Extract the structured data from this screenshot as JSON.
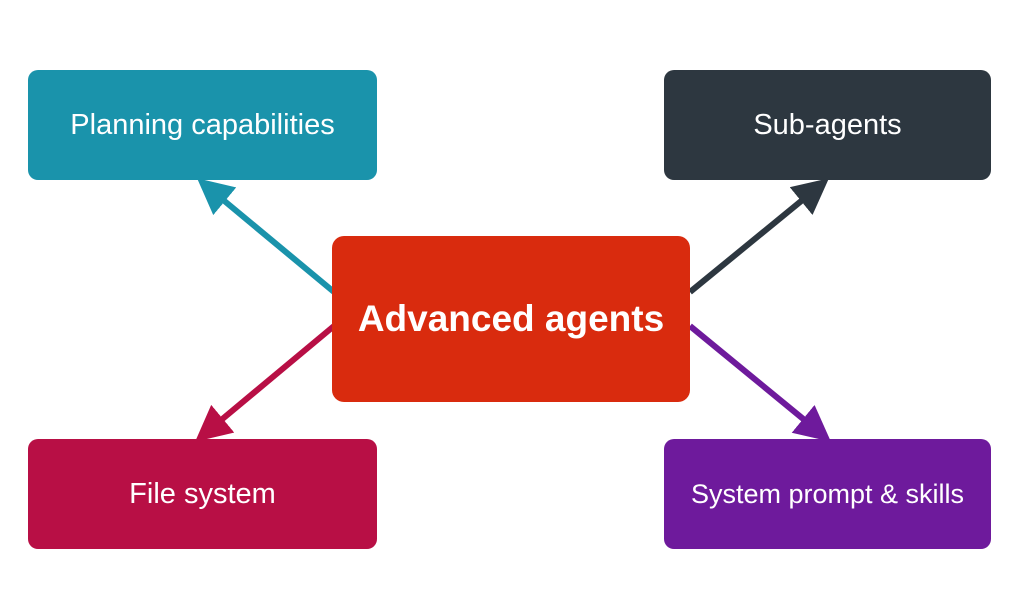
{
  "center": {
    "label": "Advanced agents",
    "color": "#d92b0e"
  },
  "nodes": {
    "top_left": {
      "label": "Planning capabilities",
      "color": "#1a93ab",
      "arrow_color": "#1a93ab"
    },
    "top_right": {
      "label": "Sub-agents",
      "color": "#2d3740",
      "arrow_color": "#2d3740"
    },
    "bottom_left": {
      "label": "File system",
      "color": "#b80f45",
      "arrow_color": "#b80f45"
    },
    "bottom_right": {
      "label": "System prompt & skills",
      "color": "#6e1a9c",
      "arrow_color": "#6e1a9c"
    }
  },
  "background": "#ffffff"
}
